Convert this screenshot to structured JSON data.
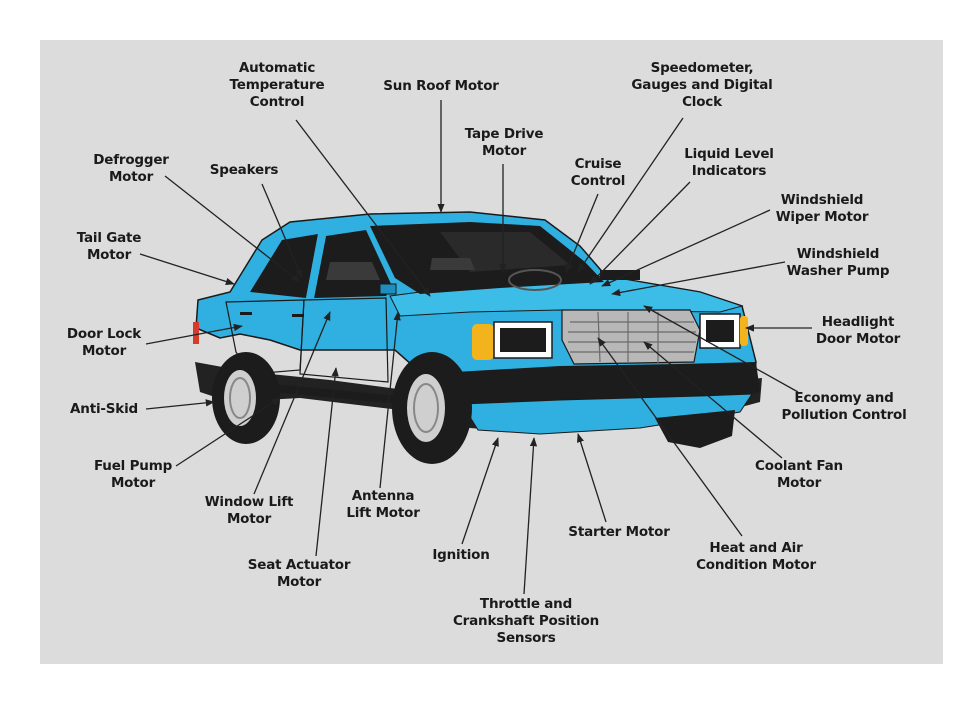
{
  "colors": {
    "panel": "#dcdcdc",
    "body": "#2fb0e0",
    "body_dark": "#1d8fbe",
    "tire": "#1c1c1c",
    "trim": "#222222",
    "light_amber": "#f2b31c",
    "grille": "#b8b8b8"
  },
  "labels": {
    "automatic_temperature_control": "Automatic\nTemperature\nControl",
    "sun_roof_motor": "Sun Roof Motor",
    "speedometer": "Speedometer,\nGauges and Digital\nClock",
    "tape_drive_motor": "Tape Drive\nMotor",
    "cruise_control": "Cruise\nControl",
    "liquid_level_indicators": "Liquid Level\nIndicators",
    "defrogger_motor": "Defrogger\nMotor",
    "speakers": "Speakers",
    "windshield_wiper_motor": "Windshield\nWiper Motor",
    "tail_gate_motor": "Tail Gate\nMotor",
    "windshield_washer_pump": "Windshield\nWasher Pump",
    "headlight_door_motor": "Headlight\nDoor Motor",
    "door_lock_motor": "Door Lock\nMotor",
    "economy_pollution_control": "Economy and\nPollution Control",
    "anti_skid": "Anti-Skid",
    "coolant_fan_motor": "Coolant Fan\nMotor",
    "fuel_pump_motor": "Fuel Pump\nMotor",
    "window_lift_motor": "Window Lift\nMotor",
    "antenna_lift_motor": "Antenna\nLift Motor",
    "starter_motor": "Starter Motor",
    "heat_air_condition_motor": "Heat and Air\nCondition Motor",
    "ignition": "Ignition",
    "seat_actuator_motor": "Seat Actuator\nMotor",
    "throttle_crankshaft_sensors": "Throttle and\nCrankshaft Position\nSensors"
  }
}
